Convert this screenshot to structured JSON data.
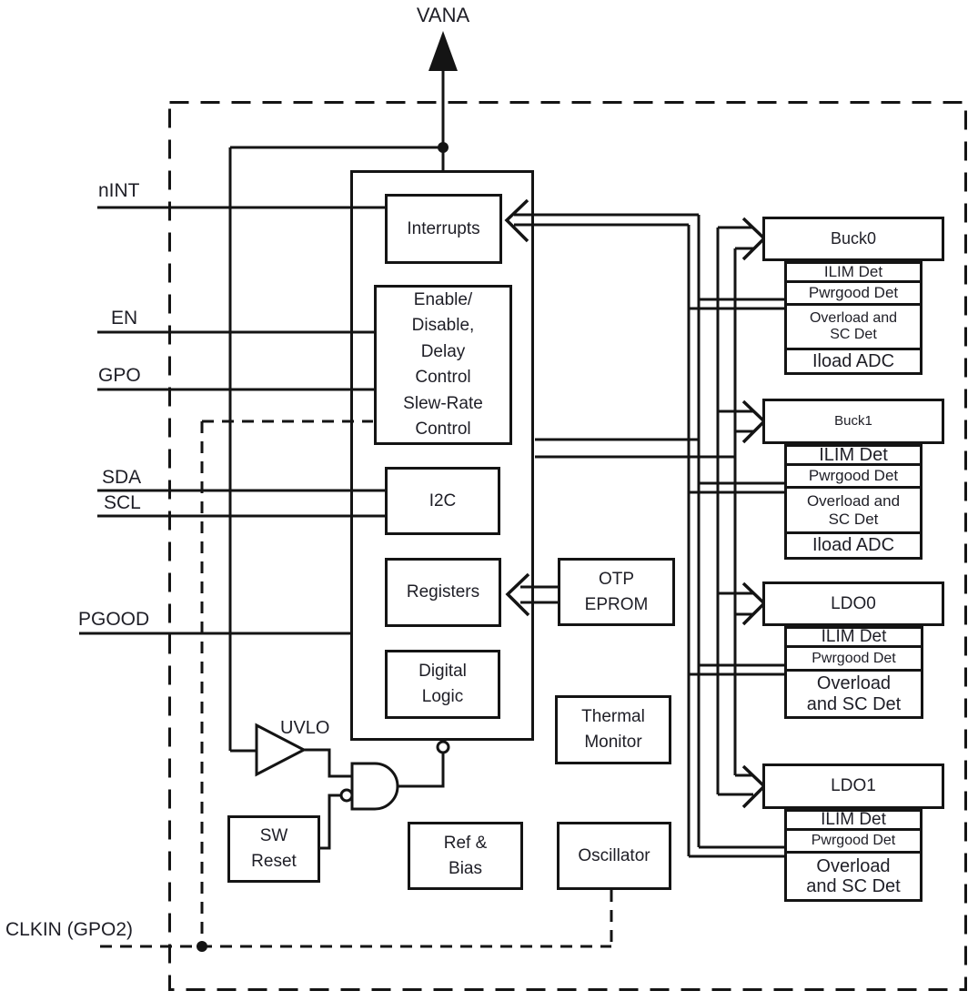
{
  "pins": {
    "top": "VANA",
    "left": [
      "nINT",
      "EN",
      "GPO",
      "SDA",
      "SCL",
      "PGOOD",
      "CLKIN (GPO2)"
    ]
  },
  "core": {
    "interrupts": "Interrupts",
    "enable": "Enable/\nDisable,\nDelay\nControl\nSlew-Rate\nControl",
    "i2c": "I2C",
    "registers": "Registers",
    "digital_logic": "Digital\nLogic"
  },
  "analog": {
    "uvlo": "UVLO",
    "sw_reset": "SW\nReset",
    "otp": "OTP\nEPROM",
    "thermal": "Thermal\nMonitor",
    "ref_bias": "Ref &\nBias",
    "oscillator": "Oscillator"
  },
  "outputs": [
    {
      "name": "Buck0",
      "rows": [
        "ILIM Det",
        "Pwrgood Det",
        "Overload and\nSC Det",
        "Iload ADC"
      ]
    },
    {
      "name": "Buck1",
      "rows": [
        "ILIM Det",
        "Pwrgood Det",
        "Overload and\nSC Det",
        "Iload ADC"
      ]
    },
    {
      "name": "LDO0",
      "rows": [
        "ILIM Det",
        "Pwrgood Det",
        "Overload\nand SC Det"
      ]
    },
    {
      "name": "LDO1",
      "rows": [
        "ILIM Det",
        "Pwrgood Det",
        "Overload\nand SC Det"
      ]
    }
  ],
  "colors": {
    "line": "#141414",
    "background": "#ffffff"
  }
}
